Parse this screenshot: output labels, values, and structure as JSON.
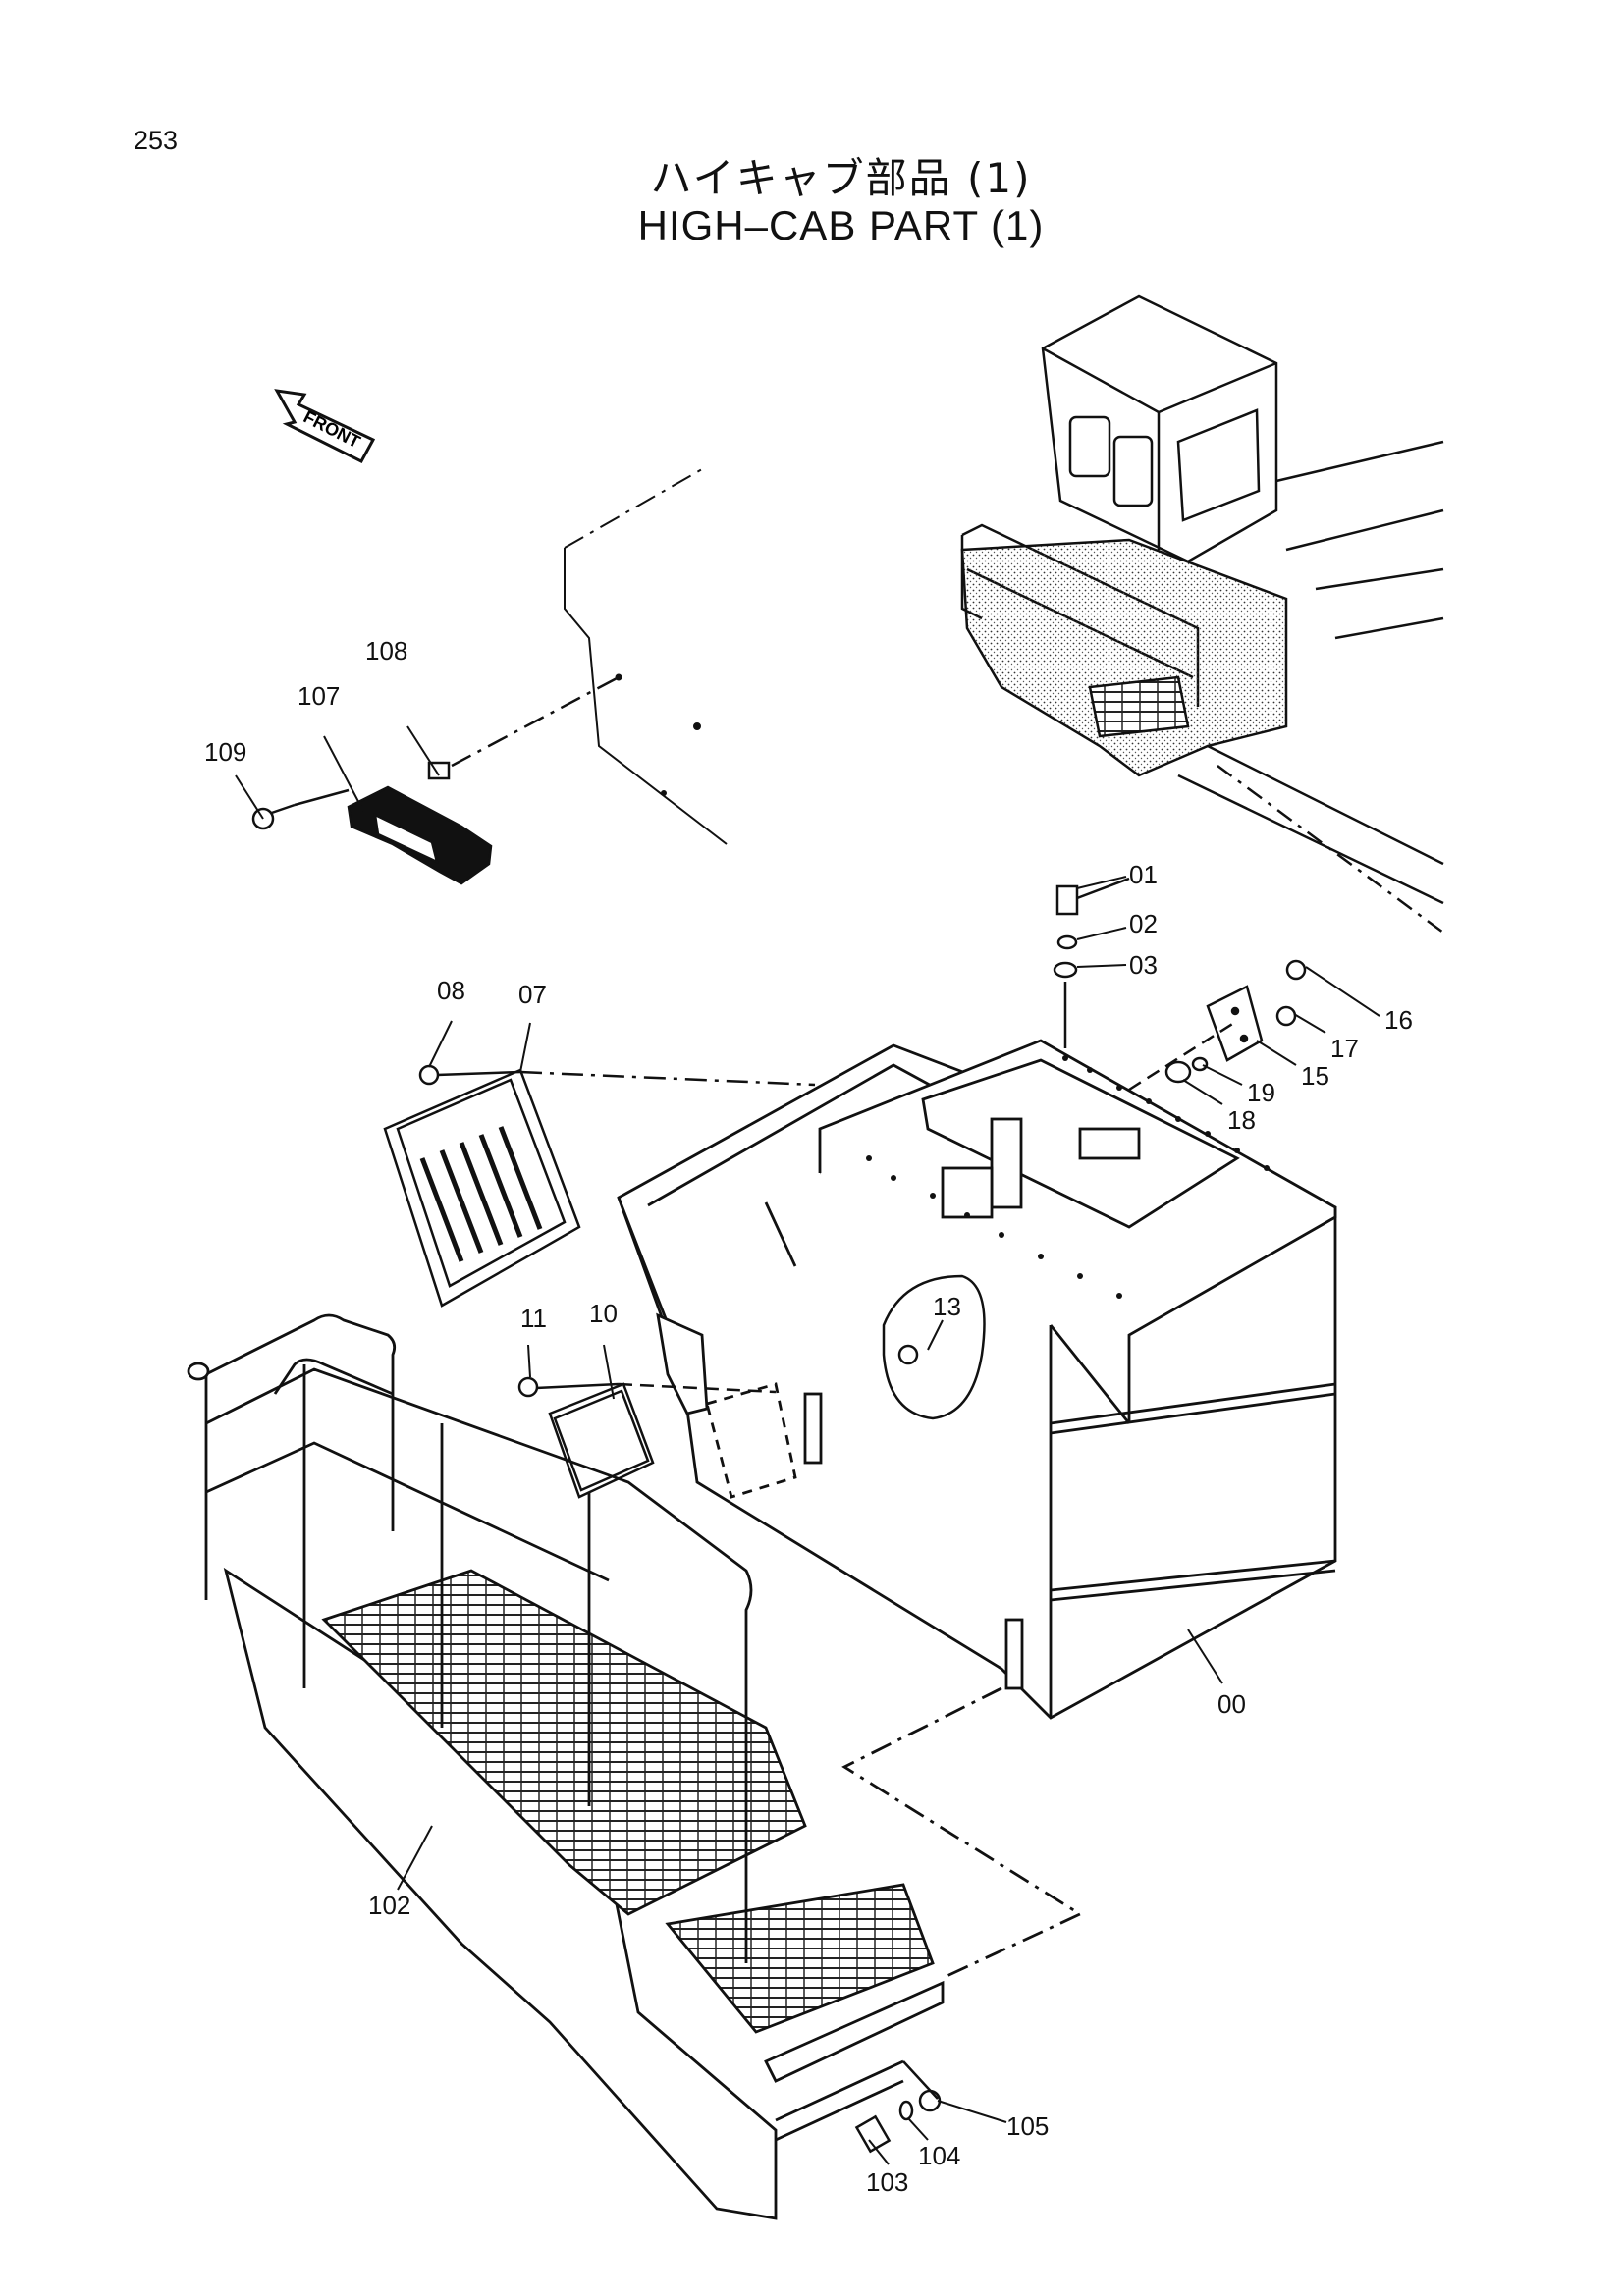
{
  "page_number": "253",
  "title_jp": "ハイキャブ部品 (1)",
  "title_en": "HIGH–CAB PART (1)",
  "front_indicator": "FRONT",
  "callouts": {
    "c00": "00",
    "c01": "01",
    "c02": "02",
    "c03": "03",
    "c07": "07",
    "c08": "08",
    "c10": "10",
    "c11": "11",
    "c13": "13",
    "c15": "15",
    "c16": "16",
    "c17": "17",
    "c18": "18",
    "c19": "19",
    "c102": "102",
    "c103": "103",
    "c104": "104",
    "c105": "105",
    "c107": "107",
    "c108": "108",
    "c109": "109"
  }
}
